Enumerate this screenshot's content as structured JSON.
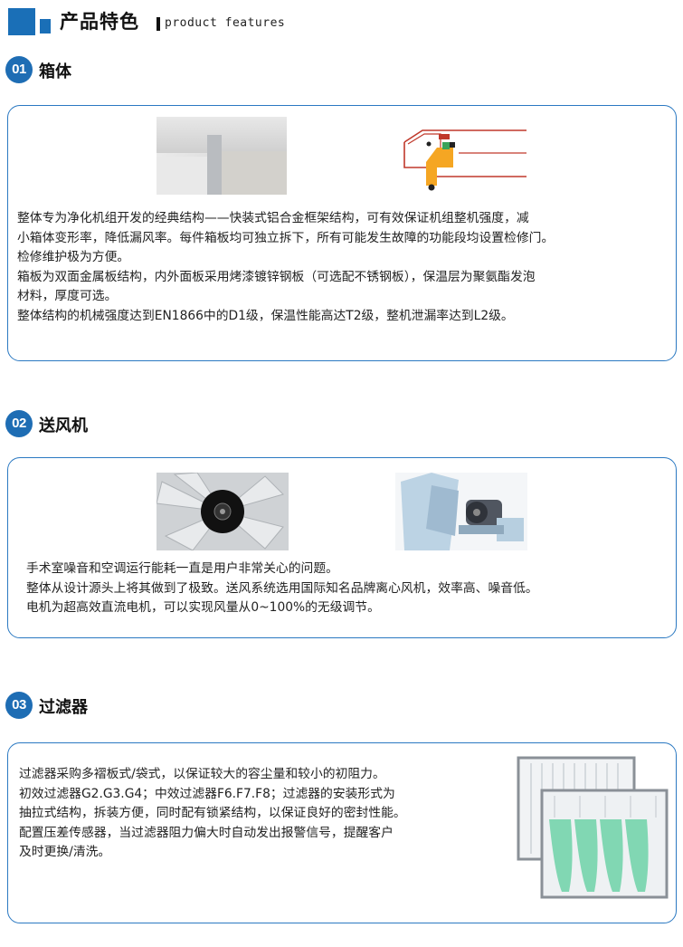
{
  "header": {
    "title": "产品特色",
    "subtitle": "product features"
  },
  "sections": [
    {
      "number": "01",
      "title": "箱体",
      "paragraphs": [
        "    整体专为净化机组开发的经典结构——快装式铝合金框架结构，可有效保证机组整机强度，减",
        "小箱体变形率，降低漏风率。每件箱板均可独立拆下，所有可能发生故障的功能段均设置检修门。",
        "检修维护极为方便。",
        "    箱板为双面金属板结构，内外面板采用烤漆镀锌钢板（可选配不锈钢板），保温层为聚氨酯发泡",
        "材料，厚度可选。",
        "    整体结构的机械强度达到EN1866中的D1级，保温性能高达T2级，整机泄漏率达到L2级。"
      ]
    },
    {
      "number": "02",
      "title": "送风机",
      "paragraphs": [
        "手术室噪音和空调运行能耗一直是用户非常关心的问题。",
        "    整体从设计源头上将其做到了极致。送风系统选用国际知名品牌离心风机，效率高、噪音低。",
        "电机为超高效直流电机，可以实现风量从0~100%的无级调节。"
      ]
    },
    {
      "number": "03",
      "title": "过滤器",
      "paragraphs": [
        "    过滤器采购多褶板式/袋式，以保证较大的容尘量和较小的初阻力。",
        "    初效过滤器G2.G3.G4；中效过滤器F6.F7.F8；过滤器的安装形式为",
        "抽拉式结构，拆装方便，同时配有锁紧结构，以保证良好的密封性能。",
        "    配置压差传感器，当过滤器阻力偏大时自动发出报警信号，提醒客户",
        "及时更换/清洗。"
      ]
    }
  ],
  "colors": {
    "accent": "#1e6db4",
    "border": "#2b79c2",
    "text": "#222222",
    "profile_orange": "#f5a623",
    "filter_green": "#6fd3a8"
  }
}
